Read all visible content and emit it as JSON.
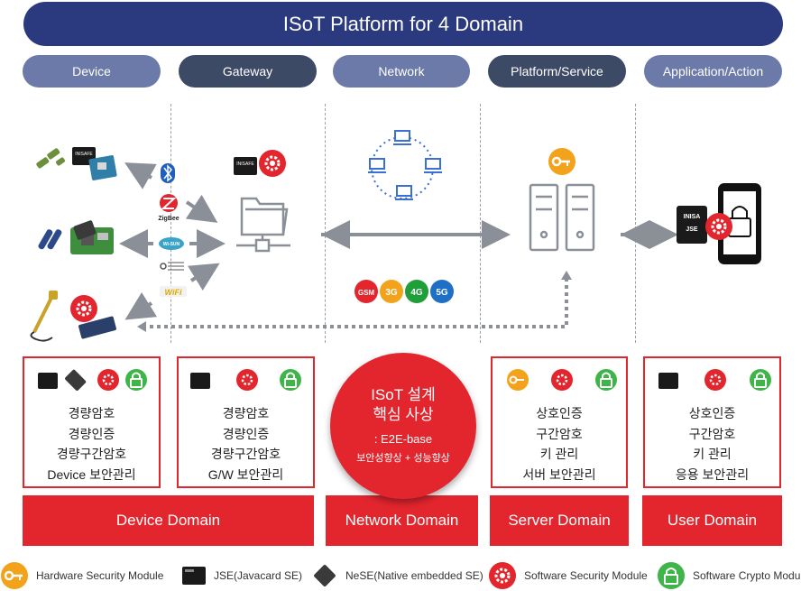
{
  "title": "ISoT Platform for 4 Domain",
  "categories": [
    "Device",
    "Gateway",
    "Network",
    "Platform/Service",
    "Application/Action"
  ],
  "protocol_labels": {
    "zigbee": "ZigBee",
    "wifi": "WiFi",
    "wisun": "Wi-SUN"
  },
  "network_badges": [
    "GSM",
    "3G",
    "4G",
    "5G"
  ],
  "badge_colors": [
    "#e3262e",
    "#f2a31b",
    "#1f9e3a",
    "#1f6fc7"
  ],
  "jse_card_label": "INISAFE",
  "phone_card_lines": [
    "INISA",
    "JSE"
  ],
  "boxes": {
    "device": {
      "lines": [
        "경량암호",
        "경량인증",
        "경량구간암호",
        "Device 보안관리"
      ]
    },
    "gateway": {
      "lines": [
        "경량암호",
        "경량인증",
        "경량구간암호",
        "G/W 보안관리"
      ]
    },
    "server": {
      "lines": [
        "상호인증",
        "구간암호",
        "키 관리",
        "서버 보안관리"
      ]
    },
    "user": {
      "lines": [
        "상호인증",
        "구간암호",
        "키 관리",
        "응용 보안관리"
      ]
    }
  },
  "core": {
    "title_line1": "ISoT 설계",
    "title_line2": "핵심 사상",
    "subtitle": ": E2E-base",
    "detail": "보안성향상 + 성능향상"
  },
  "domains": [
    "Device Domain",
    "Network Domain",
    "Server Domain",
    "User Domain"
  ],
  "legend": [
    {
      "label": "Hardware Security Module",
      "icon": "key-icon"
    },
    {
      "label": "JSE(Javacard SE)",
      "icon": "sd-card-icon"
    },
    {
      "label": "NeSE(Native embedded SE)",
      "icon": "chip-icon"
    },
    {
      "label": "Software Security Module",
      "icon": "gear-icon"
    },
    {
      "label": "Software Crypto Module",
      "icon": "lock-icon"
    }
  ],
  "colors": {
    "navy": "#2b3a7e",
    "red": "#e3262e",
    "orange": "#f2a31b",
    "green": "#3fb449",
    "blue_icon": "#3a6fd8"
  }
}
